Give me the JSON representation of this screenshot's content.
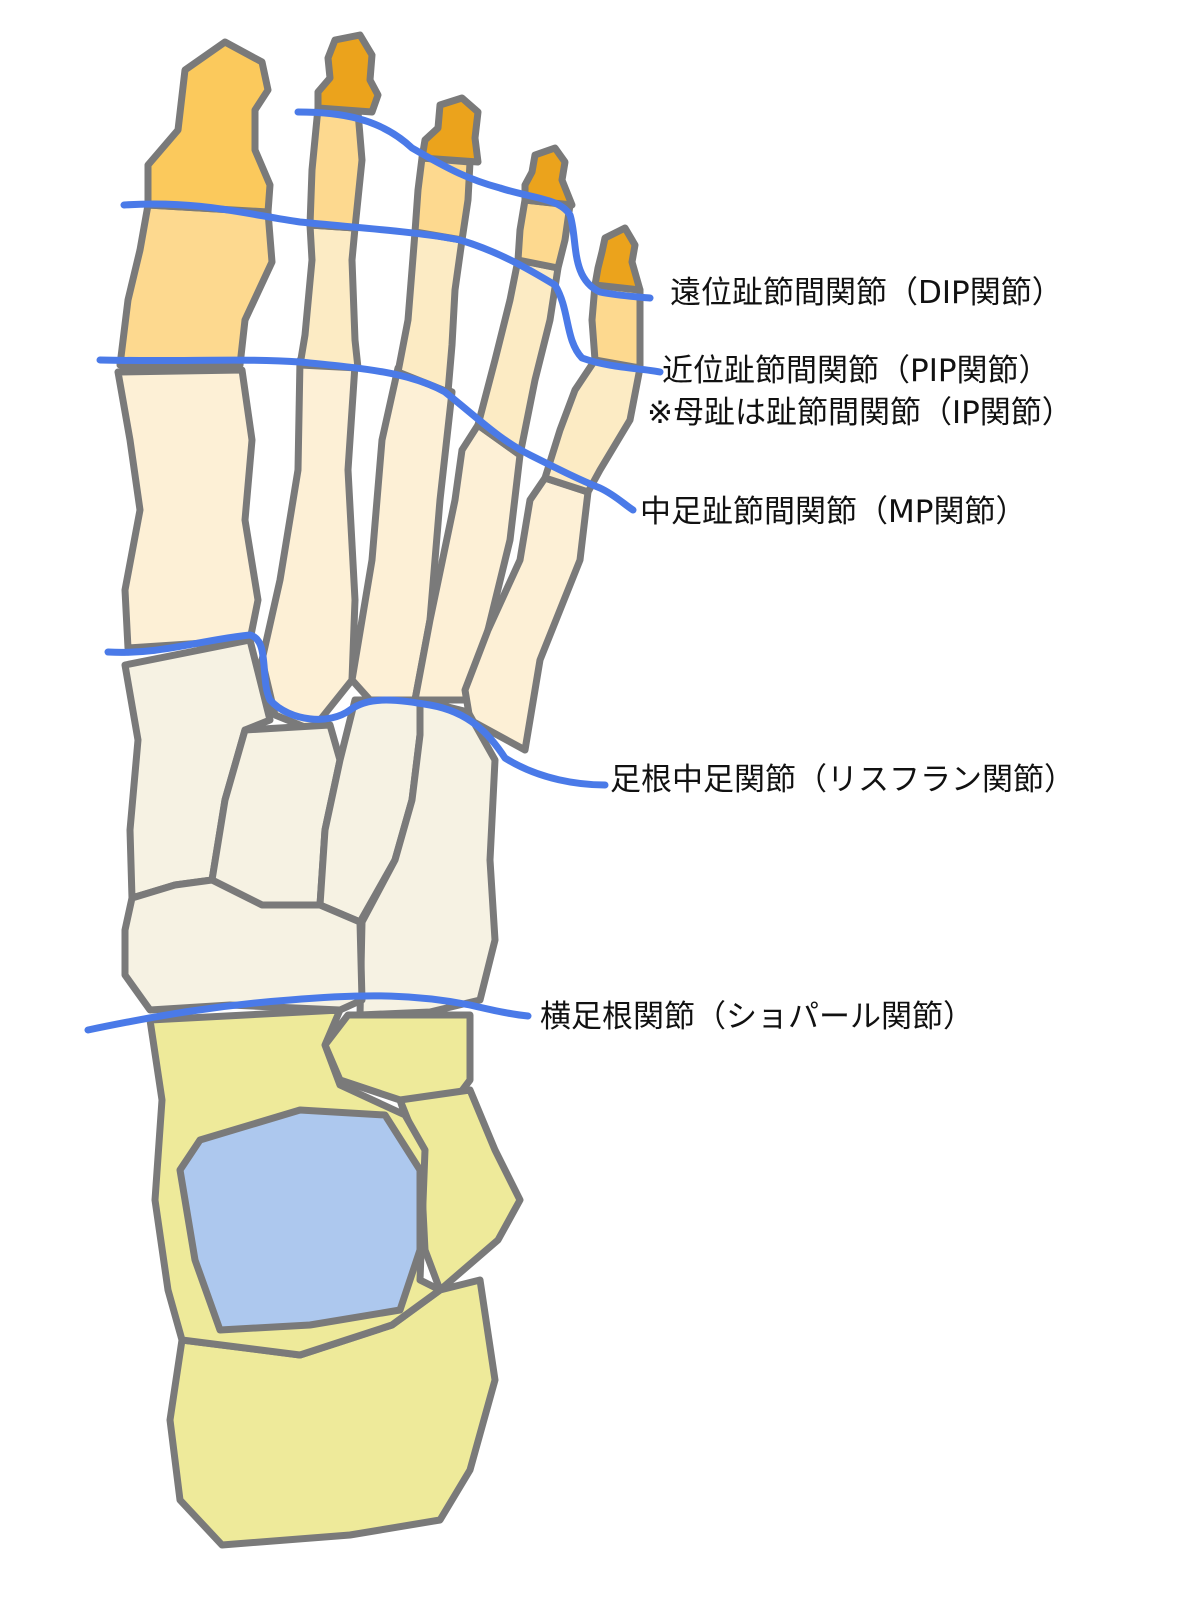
{
  "labels": {
    "dip": "遠位趾節間関節（DIP関節）",
    "pip": "近位趾節間関節（PIP関節）",
    "ip_note": "※母趾は趾節間関節（IP関節）",
    "mp": "中足趾節間関節（MP関節）",
    "lisfranc": "足根中足関節（リスフラン関節）",
    "chopart": "横足根関節（ショパール関節）"
  },
  "colors": {
    "distal_phalanx": "#fbc95c",
    "distal_phalanx_small": "#eba31c",
    "middle_phalanx": "#fdd98f",
    "proximal_phalanx": "#fcebc4",
    "metatarsal": "#fdf0d6",
    "tarsal_front": "#f6f2e3",
    "tarsal_back": "#eeea9a",
    "talus": "#adc8ee",
    "outline": "#7a7a7a",
    "joint_line": "#4a7ae8"
  }
}
